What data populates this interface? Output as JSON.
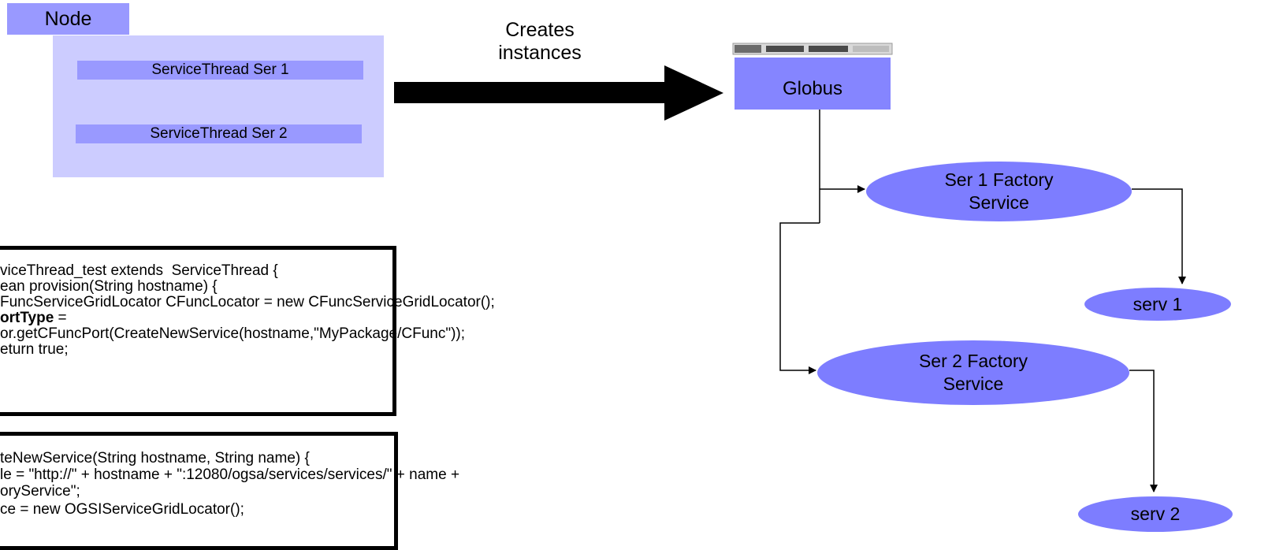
{
  "node": {
    "label": "Node",
    "threads": [
      "ServiceThread Ser 1",
      "ServiceThread Ser 2"
    ]
  },
  "arrow_label": {
    "line1": "Creates",
    "line2": "instances"
  },
  "globus": {
    "label": "Globus"
  },
  "factories": [
    {
      "line1": "Ser 1 Factory",
      "line2": "Service"
    },
    {
      "line1": "Ser 2 Factory",
      "line2": "Service"
    }
  ],
  "services": [
    "serv  1",
    "serv  2"
  ],
  "code_block_1": {
    "line1": "viceThread_test extends  ServiceThread {",
    "line2": "ean provision(String hostname) {",
    "line3": "FuncServiceGridLocator CFuncLocator = new CFuncServiceGridLocator();",
    "line4_bold": "ortType",
    "line4_rest": " =",
    "line5": "or.getCFuncPort(CreateNewService(hostname,\"MyPackage/CFunc\"));",
    "line6": "eturn true;"
  },
  "code_block_2": {
    "line1": "teNewService(String hostname, String name) {",
    "line2": "le = \"http://\" + hostname + \":12080/ogsa/services/services/\" + name +",
    "line3": "oryService\";",
    "line4": "ce = new OGSIServiceGridLocator();"
  },
  "colors": {
    "node_tab": "#9999ff",
    "node_panel": "#ccccff",
    "globus_box": "#8585ff",
    "ellipse": "#7d7dff"
  }
}
